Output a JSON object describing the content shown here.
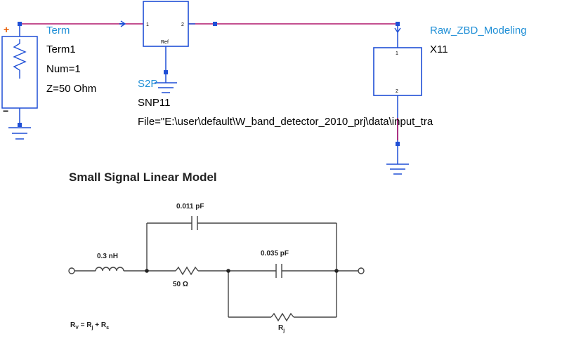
{
  "schematic": {
    "term": {
      "component": "Term",
      "instance": "Term1",
      "num": "Num=1",
      "impedance": "Z=50 Ohm"
    },
    "s2p": {
      "component": "S2P",
      "instance": "SNP11",
      "file": "File=\"E:\\user\\default\\W_band_detector_2010_prj\\data\\input_tra",
      "pin1": "1",
      "pin2": "2",
      "ref": "Ref"
    },
    "zbd": {
      "component": "Raw_ZBD_Modeling",
      "instance": "X11",
      "pin1": "1",
      "pin2": "2"
    },
    "colors": {
      "wire": "#b0156b",
      "component": "#1f4fd6",
      "label": "#1f8fd6",
      "node": "#1f4fd6",
      "plus": "#e85c00"
    }
  },
  "model": {
    "title": "Small Signal Linear Model",
    "cap_top": "0.011 pF",
    "inductor": "0.3 nH",
    "resistor_series": "50 Ω",
    "cap_mid": "0.035 pF",
    "rj_main": "R",
    "rj_sub": "j",
    "formula": {
      "rv": "R",
      "rv_sub": "V",
      "eq": " = R",
      "rj_sub": "j",
      "plus": " + R",
      "rs_sub": "s"
    }
  }
}
